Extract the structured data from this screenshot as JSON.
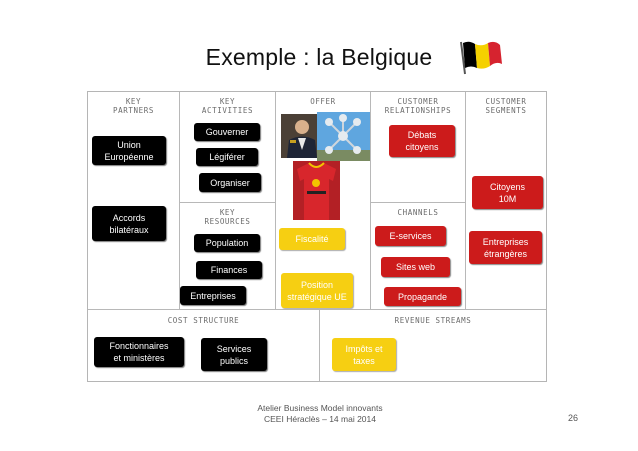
{
  "title": "Exemple : la Belgique",
  "flag_colors": [
    "#000000",
    "#f5d100",
    "#d6232f"
  ],
  "sections": {
    "key_partners": [
      "KEY",
      "PARTNERS"
    ],
    "key_activities": [
      "KEY",
      "ACTIVITIES"
    ],
    "offer": [
      "OFFER"
    ],
    "customer_relationships": [
      "CUSTOMER",
      "RELATIONSHIPS"
    ],
    "customer_segments": [
      "CUSTOMER",
      "SEGMENTS"
    ],
    "key_resources": [
      "KEY",
      "RESOURCES"
    ],
    "channels": [
      "CHANNELS"
    ],
    "cost_structure": [
      "COST STRUCTURE"
    ],
    "revenue_streams": [
      "REVENUE STREAMS"
    ]
  },
  "notes": {
    "union": [
      "Union",
      "Européenne"
    ],
    "accords": [
      "Accords",
      "bilatéraux"
    ],
    "gouverner": [
      "Gouverner"
    ],
    "legiferer": [
      "Légiférer"
    ],
    "organiser": [
      "Organiser"
    ],
    "population": [
      "Population"
    ],
    "finances": [
      "Finances"
    ],
    "entreprises": [
      "Entreprises"
    ],
    "fiscalite": [
      "Fiscalité"
    ],
    "position": [
      "Position",
      "stratégique UE"
    ],
    "debats": [
      "Débats",
      "citoyens"
    ],
    "eservices": [
      "E-services"
    ],
    "sites": [
      "Sites web"
    ],
    "propagande": [
      "Propagande"
    ],
    "citoyens": [
      "Citoyens",
      "10M"
    ],
    "entreprises_etr": [
      "Entreprises",
      "étrangères"
    ],
    "fonctionnaires": [
      "Fonctionnaires",
      "et ministères"
    ],
    "services": [
      "Services",
      "publics"
    ],
    "impots": [
      "Impôts et",
      "taxes"
    ]
  },
  "colors": {
    "black": "#000000",
    "red": "#cc1b1b",
    "yellow": "#f6cf12"
  },
  "footer": {
    "line1": "Atelier Business Model innovants",
    "line2": "CEEI Héraclès – 14 mai 2014",
    "page": "26"
  }
}
